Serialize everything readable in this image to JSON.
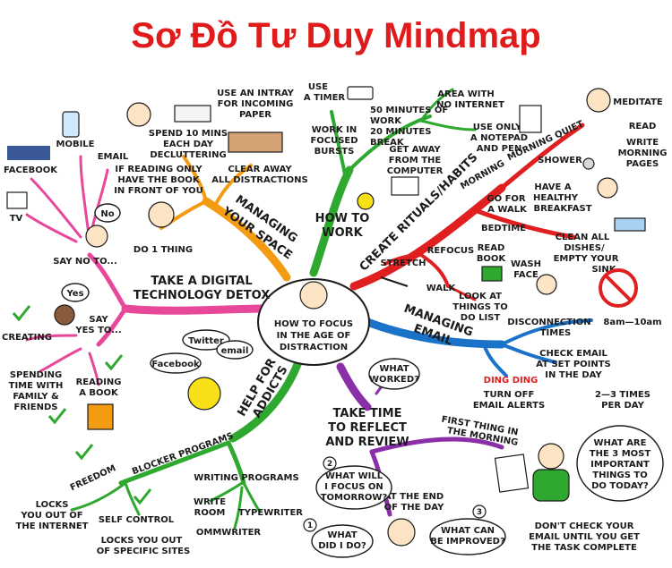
{
  "title": "Sơ Đồ Tư Duy Mindmap",
  "colors": {
    "title": "#e01b1b",
    "pink": "#e8489a",
    "orange": "#f39c12",
    "green": "#2ea82e",
    "red": "#e02020",
    "blue": "#1a73c9",
    "purple": "#8b2fa8"
  },
  "center": [
    "HOW TO FOCUS",
    "IN THE AGE OF",
    "DISTRACTION"
  ],
  "branches": {
    "managing_space": [
      "MANAGING",
      "YOUR SPACE"
    ],
    "how_to_work": [
      "HOW TO",
      "WORK"
    ],
    "rituals": "CREATE RITUALS/HABITS",
    "digital_detox": [
      "TAKE A DIGITAL",
      "TECHNOLOGY DETOX"
    ],
    "managing_email": [
      "MANAGING",
      "EMAIL"
    ],
    "help_addicts": [
      "HELP FOR",
      "ADDICTS"
    ],
    "reflect": [
      "TAKE TIME",
      "TO REFLECT",
      "AND REVIEW"
    ]
  },
  "space": {
    "intray": [
      "USE AN INTRAY",
      "FOR INCOMING",
      "PAPER"
    ],
    "declutter": [
      "SPEND 10 MINS",
      "EACH DAY",
      "DECLUTTERING"
    ],
    "clear": [
      "CLEAR AWAY",
      "ALL DISTRACTIONS"
    ],
    "reading": [
      "IF READING ONLY",
      "HAVE THE BOOK",
      "IN FRONT OF YOU"
    ],
    "one_thing": "DO 1 THING"
  },
  "work": {
    "timer": [
      "USE",
      "A TIMER"
    ],
    "minutes": [
      "50 MINUTES OF",
      "WORK",
      "20 MINUTES",
      "BREAK"
    ],
    "bursts": [
      "WORK IN",
      "FOCUSED",
      "BURSTS"
    ],
    "area": [
      "AREA WITH",
      "NO INTERNET"
    ],
    "notepad": [
      "USE ONLY",
      "A NOTEPAD",
      "AND PEN"
    ],
    "away": [
      "GET AWAY",
      "FROM THE",
      "COMPUTER"
    ]
  },
  "rituals": {
    "morning": "MORNING",
    "quiet": "MORNING QUIET",
    "meditate": "MEDITATE",
    "read": "READ",
    "write_pages": [
      "WRITE",
      "MORNING",
      "PAGES"
    ],
    "shower": "SHOWER",
    "breakfast": [
      "HAVE A",
      "HEALTHY",
      "BREAKFAST"
    ],
    "walk": [
      "GO FOR",
      "A WALK"
    ],
    "bedtime": "BEDTIME",
    "clean": [
      "CLEAN ALL",
      "DISHES/",
      "EMPTY YOUR",
      "SINK"
    ],
    "read_book": [
      "READ",
      "BOOK"
    ],
    "wash": [
      "WASH",
      "FACE"
    ],
    "stretch": "STRETCH",
    "refocus": "REFOCUS",
    "walk2": "WALK",
    "todo": [
      "LOOK AT",
      "THINGS TO",
      "DO LIST"
    ]
  },
  "detox": {
    "mobile": "MOBILE",
    "email": "EMAIL",
    "facebook": "FACEBOOK",
    "tv": "TV",
    "no": "No",
    "say_no": "SAY NO TO...",
    "yes": "Yes",
    "say_yes": [
      "SAY",
      "YES TO..."
    ],
    "creating": "CREATING",
    "spending": [
      "SPENDING",
      "TIME WITH",
      "FAMILY &",
      "FRIENDS"
    ],
    "reading": [
      "READING",
      "A BOOK"
    ]
  },
  "email": {
    "disconnect": [
      "DISCONNECTION",
      "TIMES"
    ],
    "hours": "8am—10am",
    "check": [
      "CHECK EMAIL",
      "AT SET POINTS",
      "IN THE DAY"
    ],
    "times": [
      "2—3 TIMES",
      "PER DAY"
    ],
    "ding": "DING DING",
    "alerts": [
      "TURN OFF",
      "EMAIL ALERTS"
    ]
  },
  "addicts": {
    "twitter": "Twitter",
    "email": "email",
    "facebook": "Facebook",
    "blocker": "BLOCKER PROGRAMS",
    "freedom": "FREEDOM",
    "locks_internet": [
      "LOCKS",
      "YOU OUT OF",
      "THE INTERNET"
    ],
    "self_control": "SELF CONTROL",
    "locks_sites": [
      "LOCKS YOU OUT",
      "OF SPECIFIC SITES"
    ],
    "writing": "WRITING PROGRAMS",
    "write_room": [
      "WRITE",
      "ROOM"
    ],
    "typewriter": "TYPEWRITER",
    "ommwriter": "OMMWRITER"
  },
  "reflect": {
    "what_worked": [
      "WHAT",
      "WORKED?"
    ],
    "first_thing": [
      "FIRST THING IN",
      "THE MORNING"
    ],
    "three_things": [
      "WHAT ARE",
      "THE 3 MOST",
      "IMPORTANT",
      "THINGS TO",
      "DO TODAY?"
    ],
    "dont_check": [
      "DON'T CHECK YOUR",
      "EMAIL UNTIL YOU GET",
      "THE TASK COMPLETE"
    ],
    "end_day": [
      "AT THE END",
      "OF THE DAY"
    ],
    "focus_tomorrow": [
      "WHAT WILL",
      "I FOCUS ON",
      "TOMORROW?"
    ],
    "improved": [
      "WHAT CAN",
      "BE IMPROVED?"
    ],
    "did": [
      "WHAT",
      "DID I DO?"
    ],
    "n1": "1",
    "n2": "2",
    "n3": "3"
  }
}
